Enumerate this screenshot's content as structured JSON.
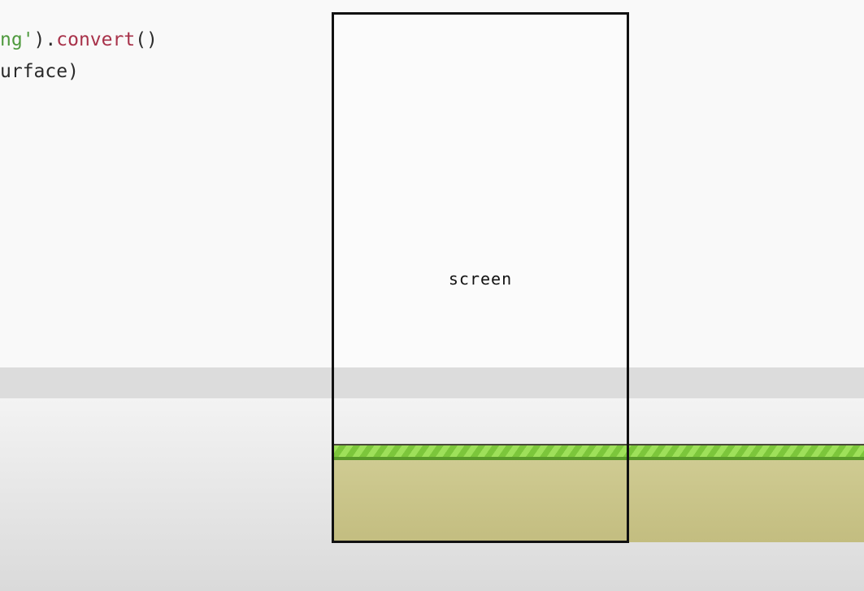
{
  "code": {
    "line1": {
      "str_part": "ng'",
      "paren_dot": ").",
      "fn": "convert",
      "tail": "()"
    },
    "line2": {
      "text": "urface)"
    }
  },
  "diagram": {
    "screen_label": "screen"
  },
  "colors": {
    "string": "#4f9a3e",
    "function": "#a8324a",
    "grass": "#7cc63b",
    "dirt": "#c7c186",
    "frame": "#111111"
  }
}
